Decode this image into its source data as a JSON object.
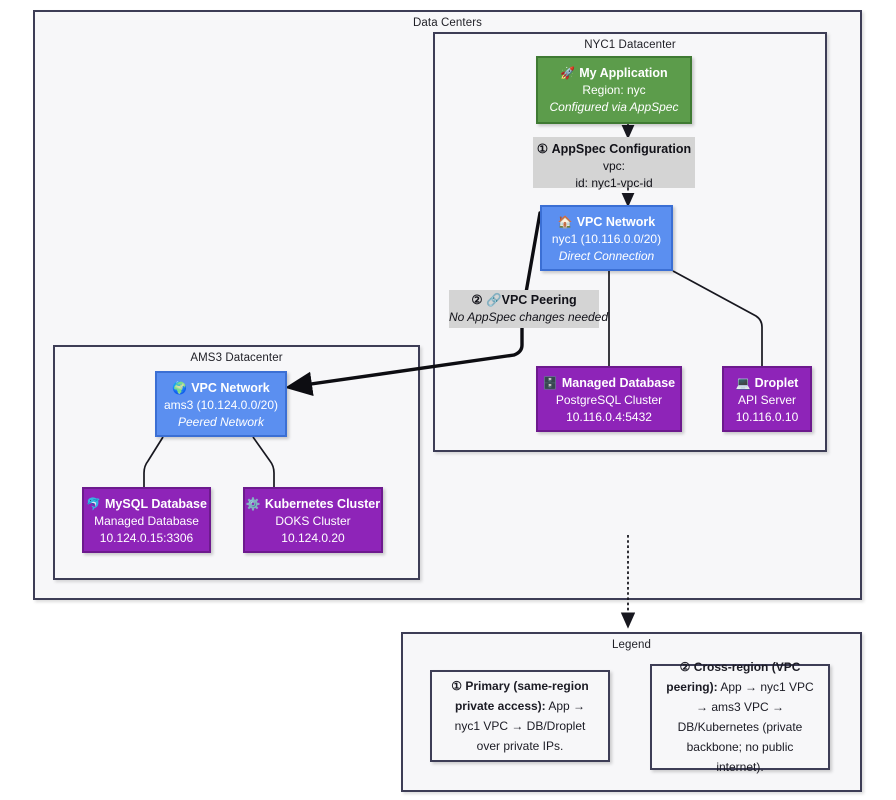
{
  "containers": {
    "data_centers": {
      "title": "Data Centers"
    },
    "nyc1": {
      "title": "NYC1 Datacenter"
    },
    "ams3": {
      "title": "AMS3 Datacenter"
    },
    "legend": {
      "title": "Legend"
    }
  },
  "nodes": {
    "my_application": {
      "icon": "🚀",
      "icon_name": "rocket-icon",
      "title": "My Application",
      "line2": "Region: nyc",
      "line3": "Configured via AppSpec",
      "color": "#5c9c4b"
    },
    "appspec_config": {
      "marker": "①",
      "title": "AppSpec Configuration",
      "line2": "vpc:",
      "line3": "id: nyc1-vpc-id",
      "color": "#d4d4d4"
    },
    "nyc1_vpc": {
      "icon": "🏠",
      "icon_name": "house-icon",
      "title": "VPC Network",
      "line2": "nyc1 (10.116.0.0/20)",
      "line3": "Direct Connection",
      "color": "#5b8ff0"
    },
    "vpc_peering": {
      "marker": "②",
      "icon": "🔗",
      "icon_name": "link-icon",
      "title": "VPC Peering",
      "line2": "No AppSpec changes needed",
      "color": "#d4d4d4"
    },
    "managed_database": {
      "icon": "🗄️",
      "icon_name": "file-cabinet-icon",
      "title": "Managed Database",
      "line2": "PostgreSQL Cluster",
      "line3": "10.116.0.4:5432",
      "color": "#8e24b8"
    },
    "droplet": {
      "icon": "💻",
      "icon_name": "laptop-icon",
      "title": "Droplet",
      "line2": "API Server",
      "line3": "10.116.0.10",
      "color": "#8e24b8"
    },
    "ams3_vpc": {
      "icon": "🌍",
      "icon_name": "globe-icon",
      "title": "VPC Network",
      "line2": "ams3 (10.124.0.0/20)",
      "line3": "Peered Network",
      "color": "#5b8ff0"
    },
    "mysql_database": {
      "icon": "🐬",
      "icon_name": "dolphin-icon",
      "title": "MySQL Database",
      "line2": "Managed Database",
      "line3": "10.124.0.15:3306",
      "color": "#8e24b8"
    },
    "kubernetes_cluster": {
      "icon": "⚙️",
      "icon_name": "gear-icon",
      "title": "Kubernetes Cluster",
      "line2": "DOKS Cluster",
      "line3": "10.124.0.20",
      "color": "#8e24b8"
    }
  },
  "legend": {
    "primary": {
      "marker": "① ",
      "bold": "Primary (same-region private access):",
      "rest": " App → nyc1 VPC → DB/Droplet over private IPs."
    },
    "cross_region": {
      "marker": "② ",
      "bold": "Cross-region (VPC peering):",
      "rest": " App → nyc1 VPC → ams3 VPC → DB/Kubernetes (private backbone; no public internet)."
    }
  },
  "colors": {
    "frame_border": "#3d3d56",
    "frame_fill": "#f7f7f9",
    "green": "#5c9c4b",
    "blue": "#5b8ff0",
    "purple": "#8e24b8",
    "note_grey": "#d4d4d4",
    "edge": "#1b1b22"
  }
}
